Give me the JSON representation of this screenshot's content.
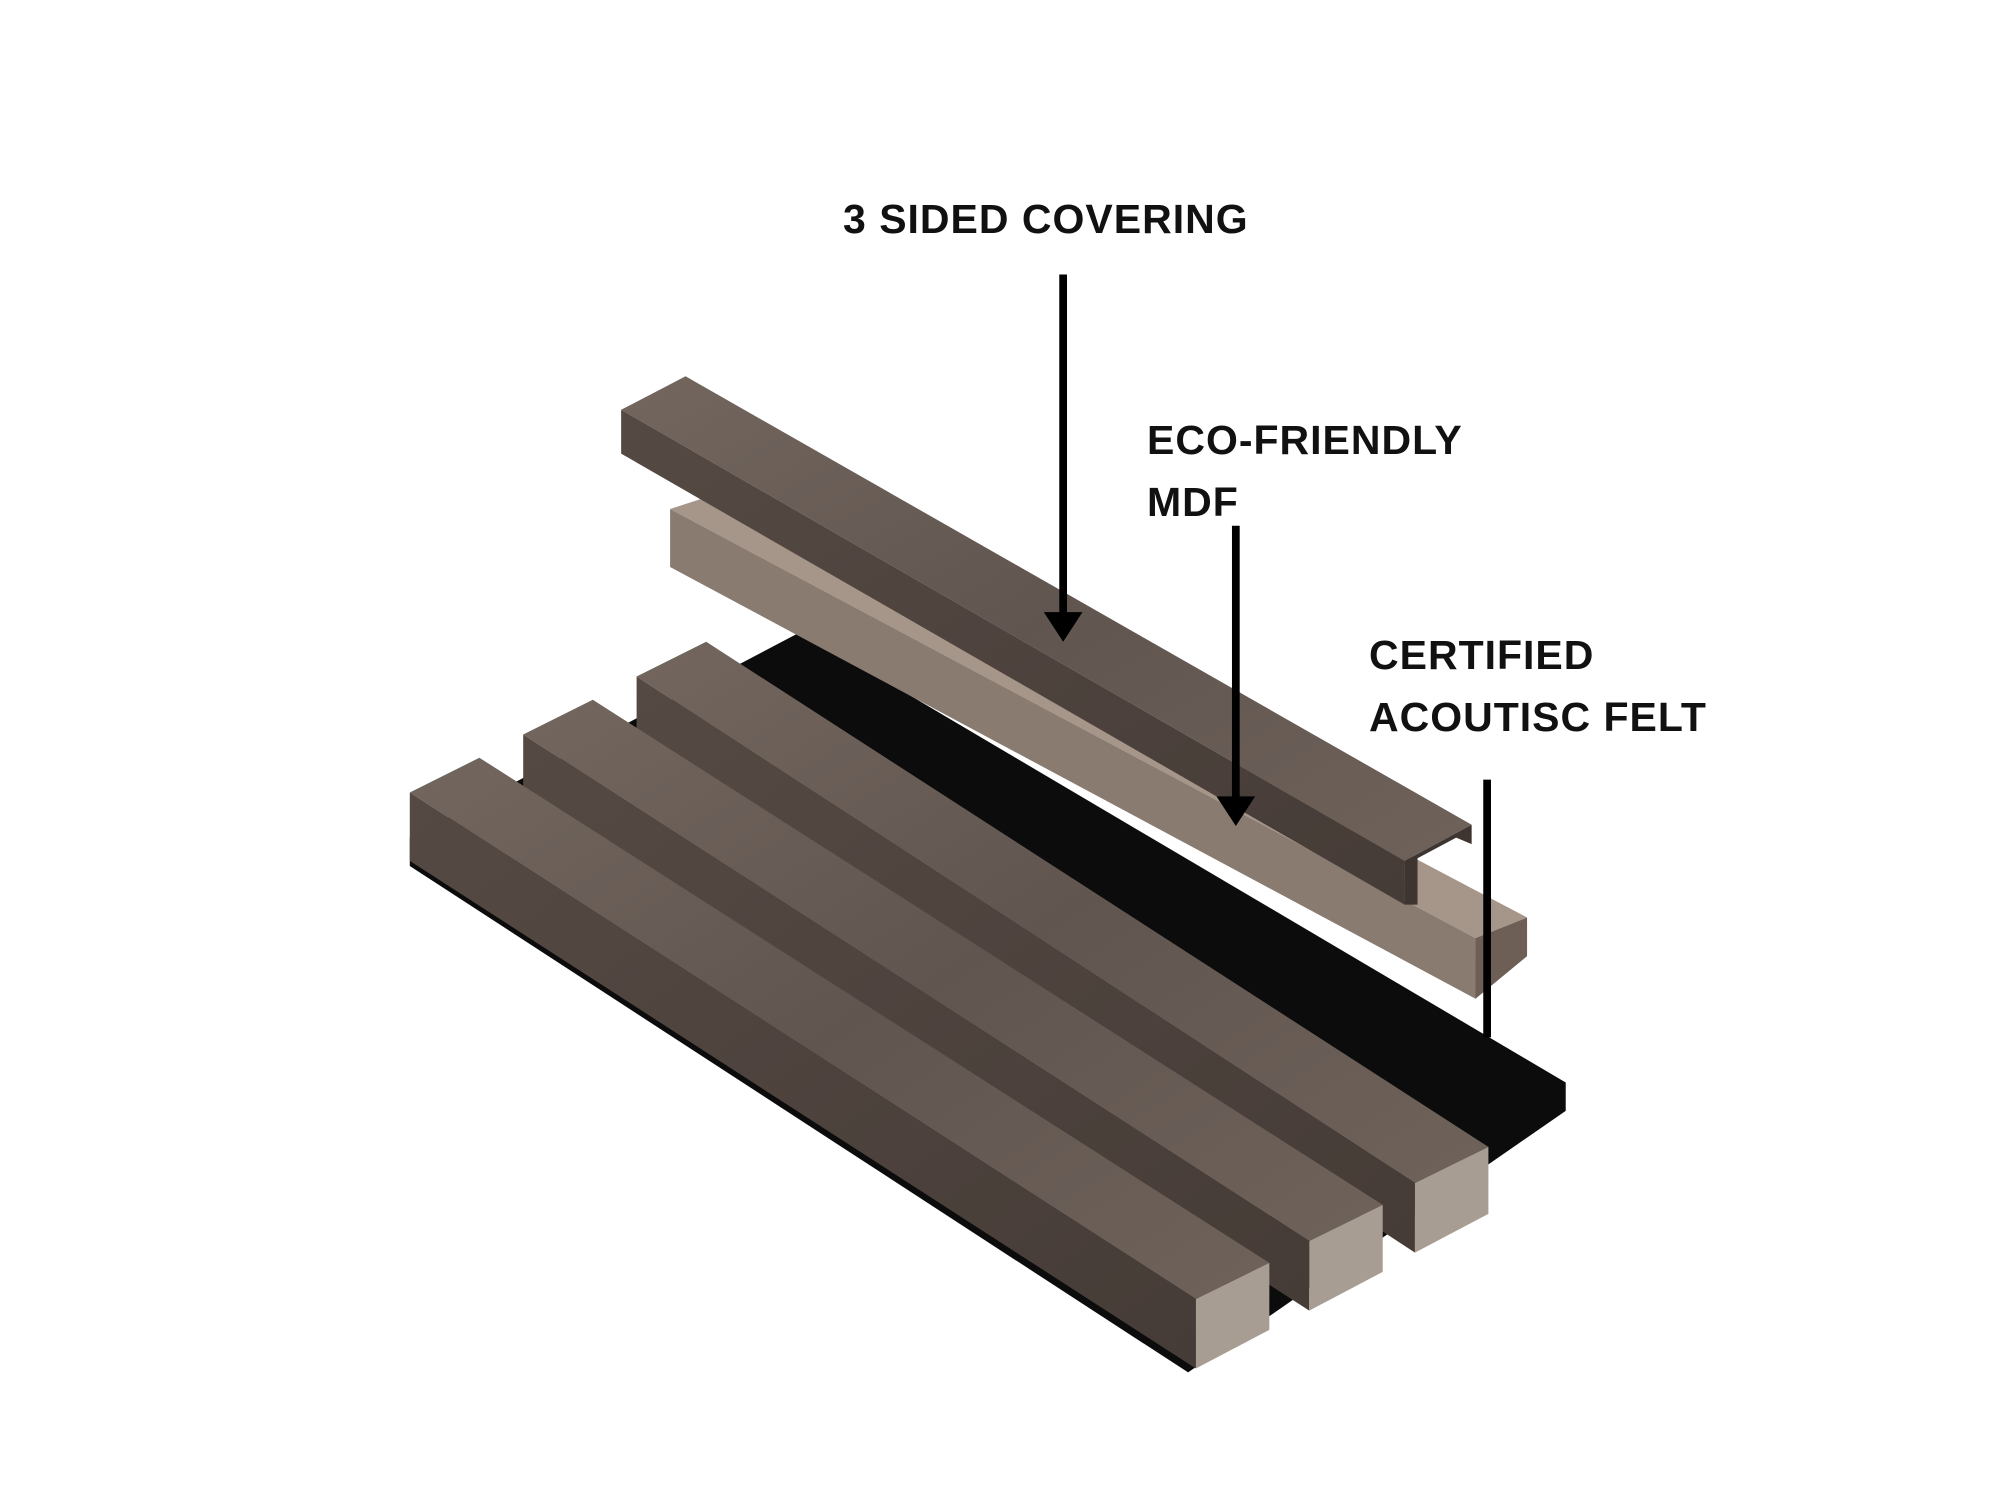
{
  "labels": {
    "covering": "3 SIDED COVERING",
    "mdf_line1": "ECO-FRIENDLY",
    "mdf_line2": "MDF",
    "felt_line1": "CERTIFIED",
    "felt_line2": "ACOUTISC FELT"
  },
  "colors": {
    "wood_top": "#6b5f58",
    "wood_side": "#4d423d",
    "wood_end": "#a89d92",
    "mdf_top": "#a69589",
    "mdf_side": "#8a7b70",
    "mdf_end": "#6d5f56",
    "felt": "#0c0c0c",
    "text": "#111111"
  }
}
